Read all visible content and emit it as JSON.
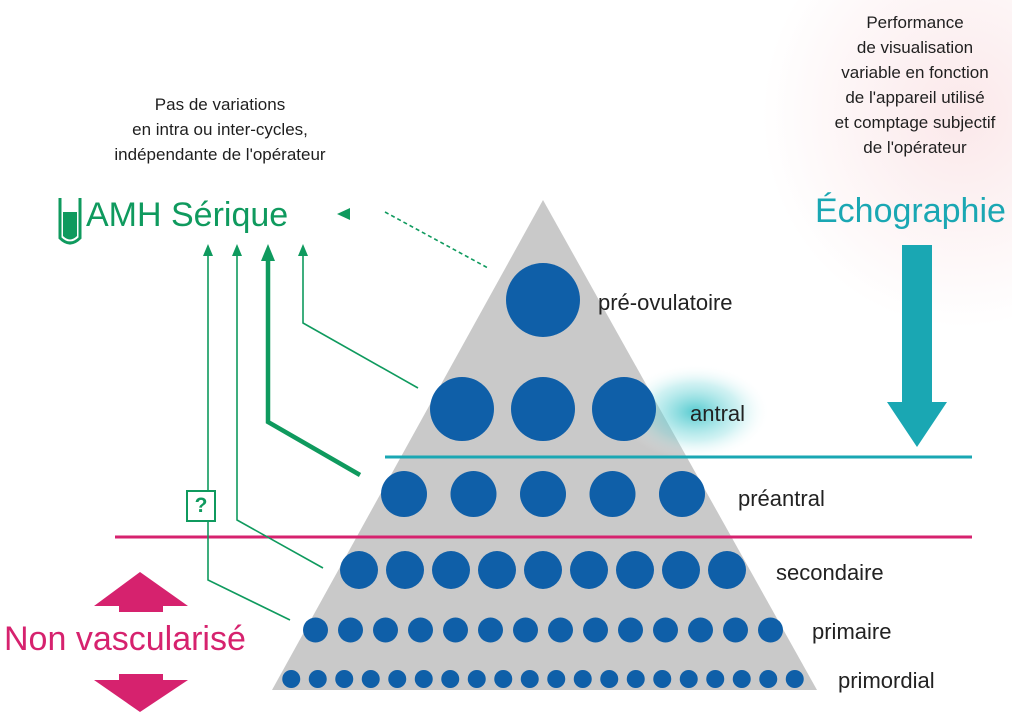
{
  "amh": {
    "title": "AMH Sérique",
    "note_lines": [
      "Pas de variations",
      "en intra ou inter-cycles,",
      "indépendante de l'opérateur"
    ],
    "tube_icon": "test-tube-icon",
    "color": "#0f9a5e"
  },
  "echographie": {
    "title": "Échographie",
    "note_lines": [
      "Performance",
      "de visualisation",
      "variable en fonction",
      "de l'appareil utilisé",
      "et comptage subjectif",
      "de l'opérateur"
    ],
    "color": "#1aa7b3"
  },
  "stages": [
    {
      "label": "pré-ovulatoire",
      "count": 1
    },
    {
      "label": "antral",
      "count": 3
    },
    {
      "label": "préantral",
      "count": 5
    },
    {
      "label": "secondaire",
      "count": 9
    },
    {
      "label": "primaire",
      "count": 14
    },
    {
      "label": "primordial",
      "count": 20
    }
  ],
  "non_vascularise": {
    "label": "Non vascularisé",
    "color": "#d6226e"
  },
  "question": {
    "label": "?"
  },
  "colors": {
    "follicle": "#0f5fa8",
    "pyramid": "#c9c9c9",
    "echo_line": "#1aa7b3",
    "vasc_line": "#d6226e"
  }
}
